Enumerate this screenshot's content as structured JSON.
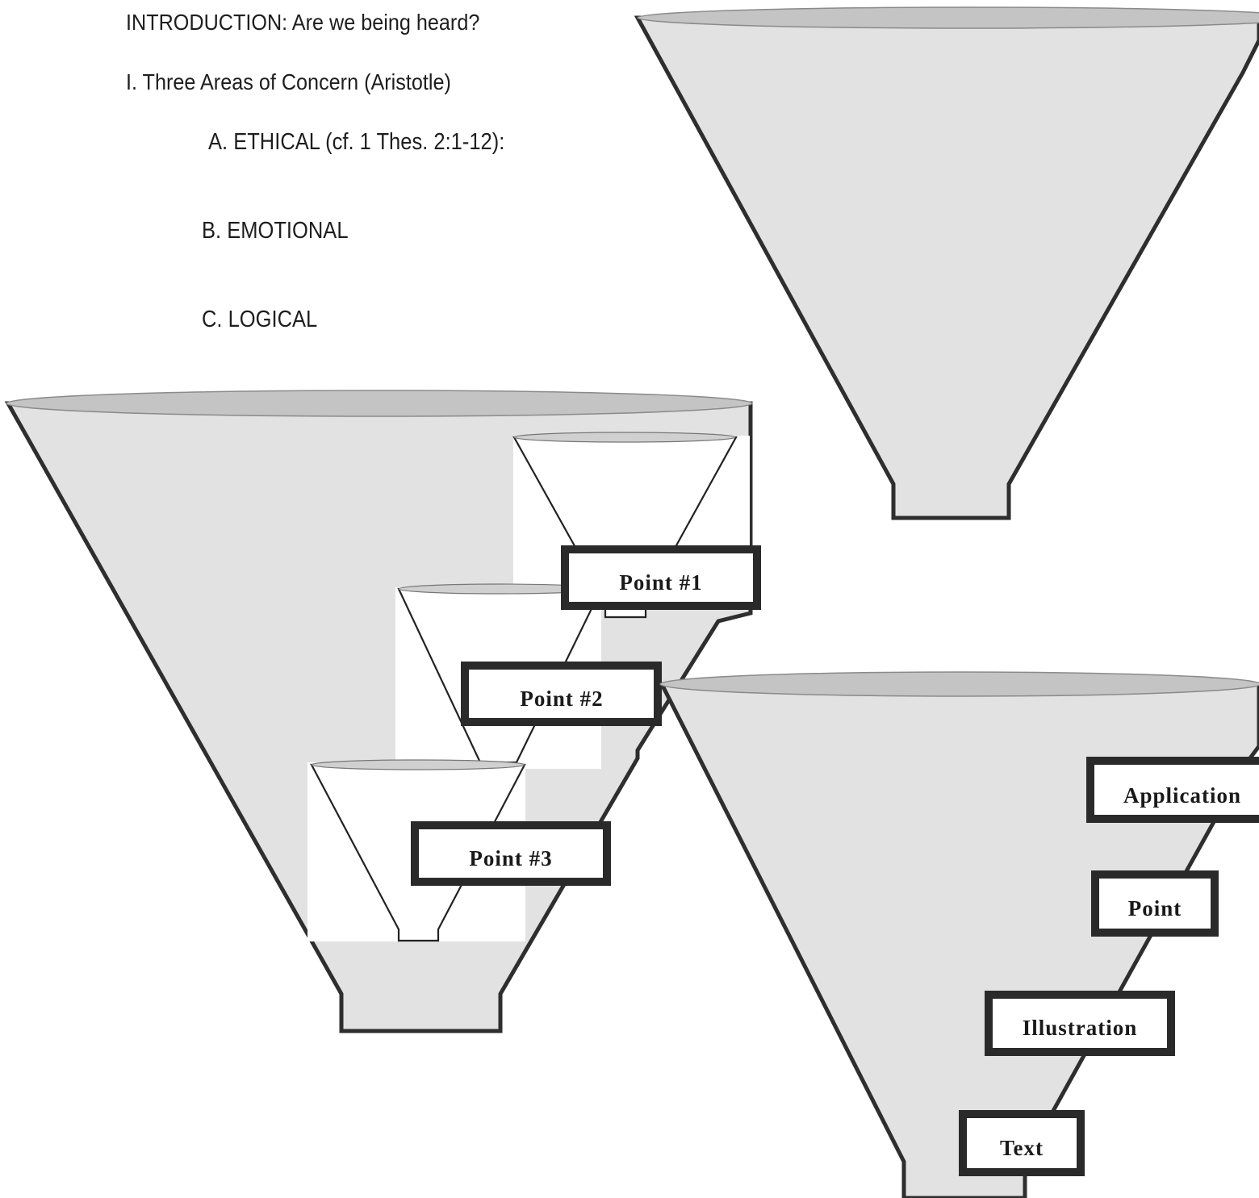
{
  "outline": {
    "intro": "INTRODUCTION: Are we being heard?",
    "section_1": "I. Three Areas of Concern (Aristotle)",
    "item_a": "A. ETHICAL (cf. 1 Thes. 2:1-12):",
    "item_b": "B. EMOTIONAL",
    "item_c": "C. LOGICAL"
  },
  "funnel_points": {
    "point_1": "Point #1",
    "point_2": "Point #2",
    "point_3": "Point #3"
  },
  "funnel_sermon": {
    "application": "Application",
    "point": "Point",
    "illustration": "Illustration",
    "text": "Text"
  },
  "colors": {
    "funnel_fill": "#e2e2e2",
    "funnel_rim": "#c4c4c4",
    "outline": "#2e2e2e",
    "text": "#1e1e1e"
  }
}
